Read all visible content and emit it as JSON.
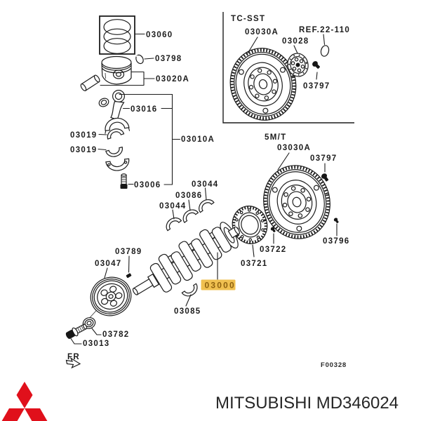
{
  "palette": {
    "ink": "#1c1c1c",
    "paper": "#ffffff",
    "brand_red": "#e0101b",
    "highlight_bg": "#f0c050",
    "highlight_text": "#8f6210"
  },
  "figure": {
    "code": "F00328",
    "front_marker": "FR"
  },
  "variant_sections": {
    "dual_clutch": "TC-SST",
    "manual": "5M/T"
  },
  "brand_line": {
    "text": "MITSUBISHI MD346024"
  },
  "highlighted_part": {
    "id": "03000"
  },
  "labels": {
    "p03060": "03060",
    "p03798": "03798",
    "p03020A": "03020A",
    "p03016": "03016",
    "p03019a": "03019",
    "p03019b": "03019",
    "p03010A": "03010A",
    "p03006": "03006",
    "p03044a": "03044",
    "p03086": "03086",
    "p03044b": "03044",
    "p03789": "03789",
    "p03047": "03047",
    "p03085": "03085",
    "p03721": "03721",
    "p03722": "03722",
    "p03782": "03782",
    "p03013": "03013",
    "p03030Aa": "03030A",
    "pref": "REF.22-110",
    "p03028": "03028",
    "p03797a": "03797",
    "p03030Ab": "03030A",
    "p03797b": "03797",
    "p03796": "03796"
  }
}
